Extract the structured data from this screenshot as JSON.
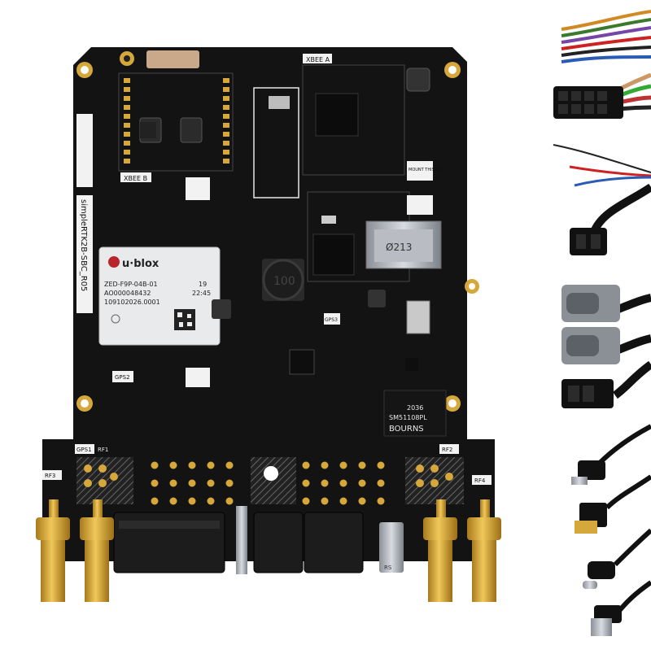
{
  "product": {
    "board_name": "simpleRTK2B-SBC_R05",
    "silk_xbee_top": "XBEE A",
    "silk_xbee_b": "XBEE B",
    "silk_gps1": "GPS1",
    "silk_gps2": "GPS2",
    "silk_gps3": "GPS3",
    "silk_rf1": "RF1",
    "silk_rf2": "RF2",
    "silk_rf3": "RF3",
    "silk_rf4": "RF4",
    "silk_mount": "MOUNT THIS SIDE",
    "silk_inductor": "100",
    "silk_bourns": "BOURNS",
    "silk_bourns_part": "SM51108PL",
    "silk_bourns_code": "2036",
    "silk_sd": "Ø213",
    "silk_usb": "RS"
  },
  "ublox_module": {
    "brand": "u·blox",
    "model": "ZED-F9P-04B-01",
    "serial": "AO000048432",
    "code": "109102026.0001",
    "week": "19",
    "time": "22:45"
  },
  "colors": {
    "background": "#ffffff",
    "pcb": "#131313",
    "gold": "#d6a73a",
    "silk": "#e8e8e8"
  },
  "accessories": [
    {
      "name": "multicolor-wire-harness"
    },
    {
      "name": "molex-wire-harness"
    },
    {
      "name": "power-cable"
    },
    {
      "name": "db9-serial-cables"
    },
    {
      "name": "power-connector-cable"
    },
    {
      "name": "micro-usb-cable"
    },
    {
      "name": "ethernet-cable"
    },
    {
      "name": "usb-c-cable"
    },
    {
      "name": "usb-a-cable"
    }
  ]
}
